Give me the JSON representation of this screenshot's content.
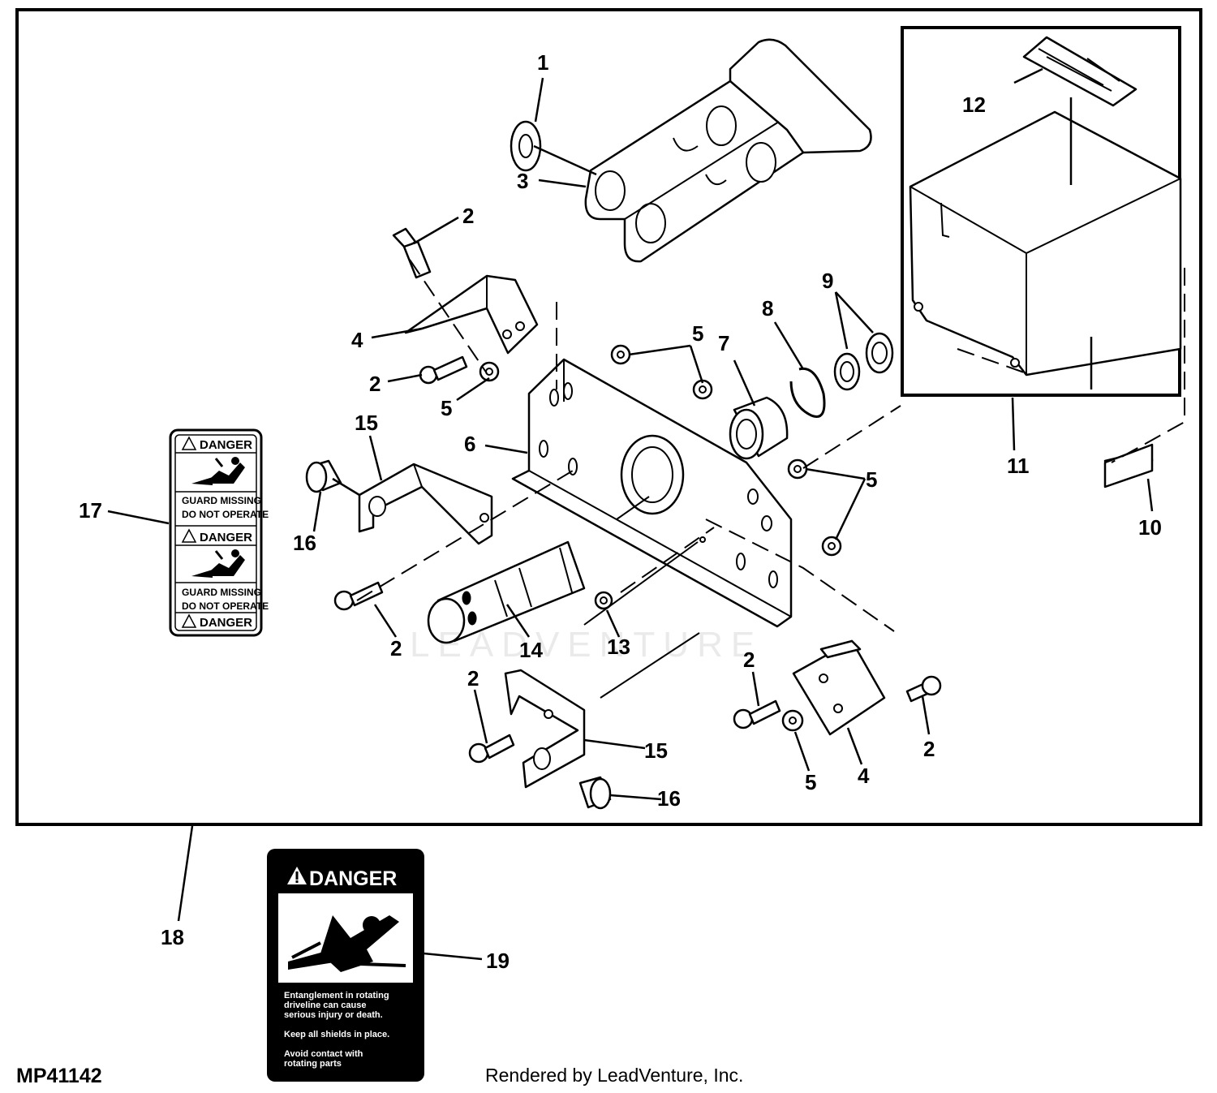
{
  "diagram_id": "MP41142",
  "credit": "Rendered by LeadVenture, Inc.",
  "watermark": "LEADVENTURE",
  "callouts": {
    "c1": "1",
    "c2a": "2",
    "c2b": "2",
    "c2c": "2",
    "c2d": "2",
    "c2e": "2",
    "c2f": "2",
    "c3": "3",
    "c4a": "4",
    "c4b": "4",
    "c5a": "5",
    "c5b": "5",
    "c5c": "5",
    "c5d": "5",
    "c6": "6",
    "c7": "7",
    "c8": "8",
    "c9": "9",
    "c10": "10",
    "c11": "11",
    "c12": "12",
    "c13": "13",
    "c14": "14",
    "c15a": "15",
    "c15b": "15",
    "c16a": "16",
    "c16b": "16",
    "c17": "17",
    "c18": "18",
    "c19": "19"
  },
  "decal_small": {
    "danger": "DANGER",
    "line1": "GUARD MISSING",
    "line2": "DO NOT OPERATE"
  },
  "decal_large": {
    "header": "DANGER",
    "text1": "Entanglement in rotating",
    "text2": "driveline can cause",
    "text3": "serious injury or death.",
    "text4": "Keep all shields in place.",
    "text5": "Avoid contact with",
    "text6": "rotating parts"
  }
}
